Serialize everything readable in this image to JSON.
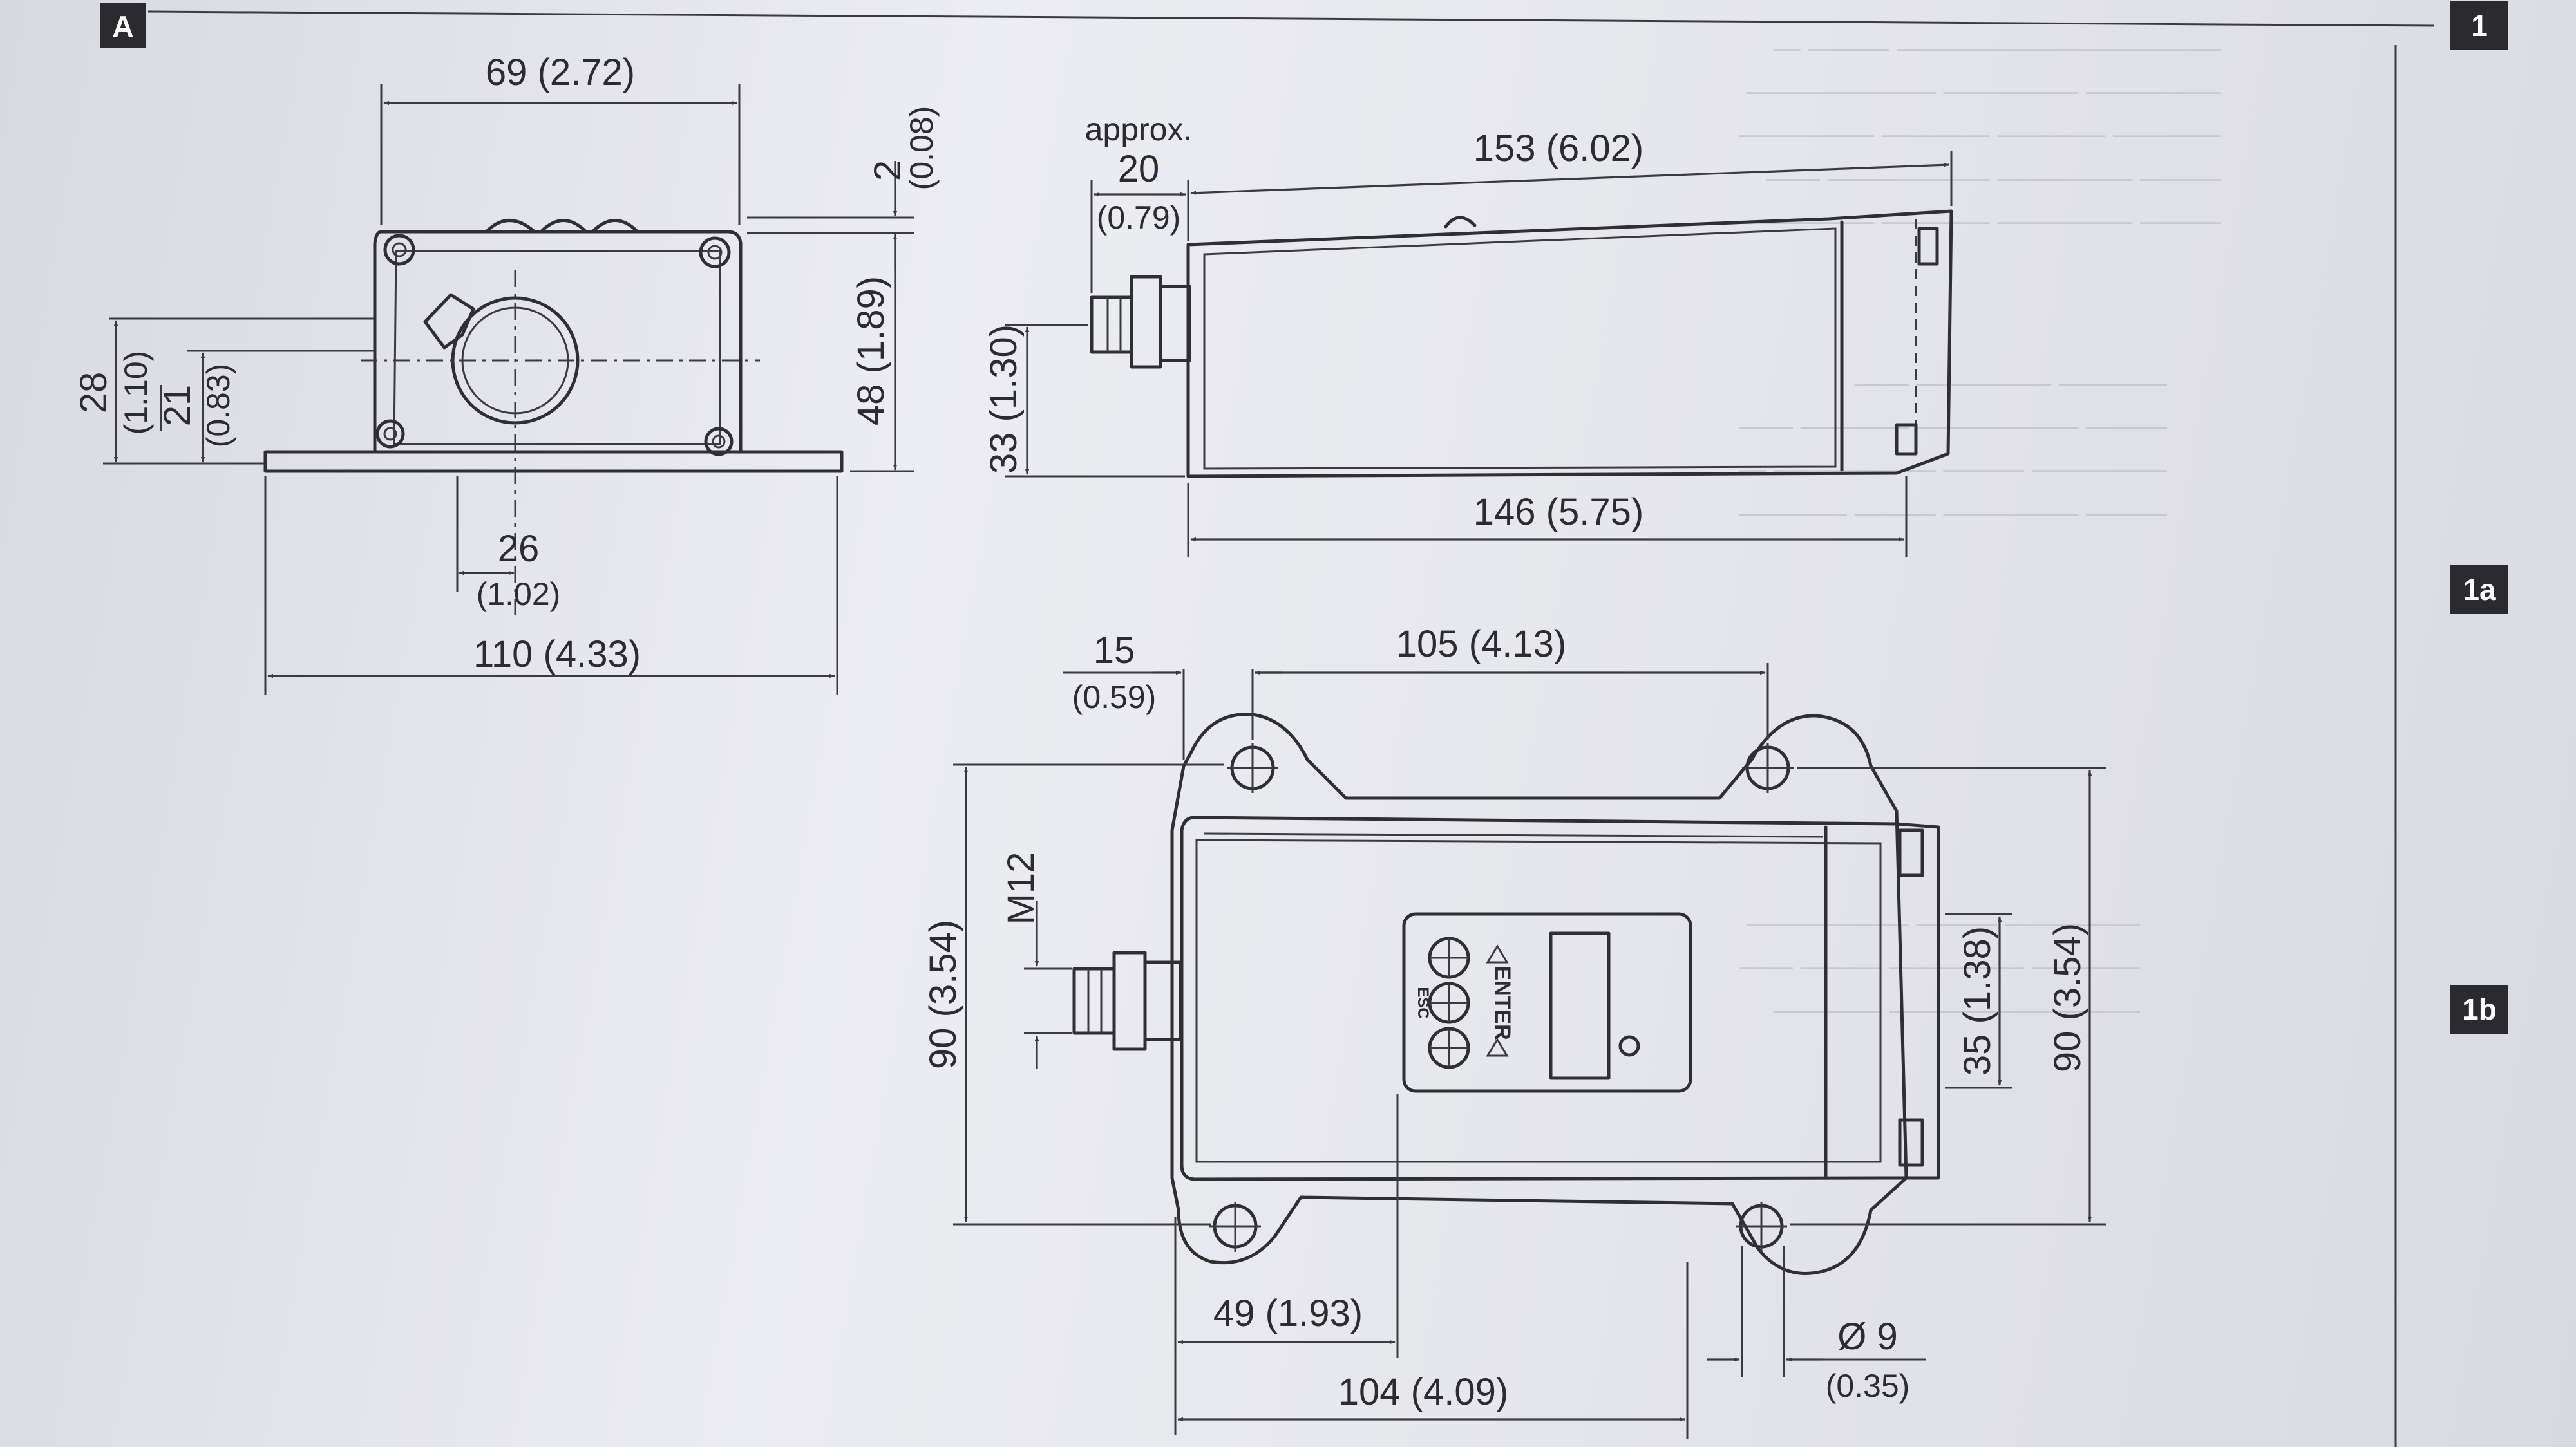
{
  "page": {
    "badges": [
      "A",
      "1",
      "1a",
      "1b"
    ]
  },
  "front_view": {
    "width_top": "69 (2.72)",
    "top_gap_value": "2",
    "top_gap_inch": "(0.08)",
    "height_total": "48 (1.89)",
    "left_28_value": "28",
    "left_28_inch": "(1.10)",
    "left_21_value": "21",
    "left_21_inch": "(0.83)",
    "center_26_value": "26",
    "center_26_inch": "(1.02)",
    "base_width": "110 (4.33)"
  },
  "side_view": {
    "approx_label": "approx.",
    "connector_value": "20",
    "connector_inch": "(0.79)",
    "overall_length": "153 (6.02)",
    "axis_height": "33 (1.30)",
    "body_length": "146 (5.75)"
  },
  "top_view": {
    "offset_value": "15",
    "offset_inch": "(0.59)",
    "hole_spacing_top": "105 (4.13)",
    "height_left": "90 (3.54)",
    "thread": "M12",
    "display_height": "35 (1.38)",
    "height_right": "90 (3.54)",
    "bottom_offset": "49 (1.93)",
    "hole_dia_value": "Ø 9",
    "hole_dia_inch": "(0.35)",
    "hole_spacing_bottom": "104 (4.09)",
    "panel_enter": "ENTER",
    "panel_esc": "ESC"
  }
}
